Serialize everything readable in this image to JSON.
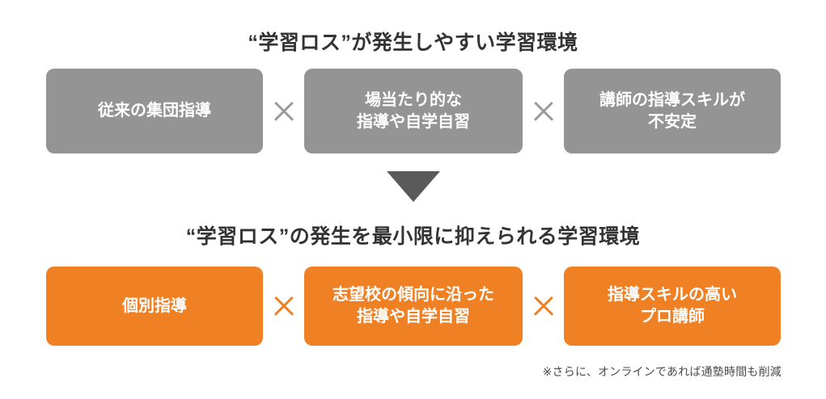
{
  "headings": {
    "top": "“学習ロス”が発生しやすい学習環境",
    "bottom": "“学習ロス”の発生を最小限に抑えられる学習環境"
  },
  "colors": {
    "gray_card": "#949494",
    "orange_card": "#ef8024",
    "heading_text": "#333333",
    "arrow": "#5a5a5a",
    "times_gray": "#9b9b9b",
    "times_orange": "#ef8024",
    "background": "#ffffff"
  },
  "rows": [
    {
      "id": "problem-row",
      "style": "gray",
      "operator": "×",
      "cards": [
        {
          "text": "従来の集団指導"
        },
        {
          "text": "場当たり的な\n指導や自学自習"
        },
        {
          "text": "講師の指導スキルが\n不安定"
        }
      ]
    },
    {
      "id": "solution-row",
      "style": "orange",
      "operator": "×",
      "cards": [
        {
          "text": "個別指導"
        },
        {
          "text": "志望校の傾向に沿った\n指導や自学自習"
        },
        {
          "text": "指導スキルの高い\nプロ講師"
        }
      ]
    }
  ],
  "arrow": {
    "direction": "down",
    "glyph": "▼"
  },
  "footnote": "※さらに、オンラインであれば通塾時間も削減"
}
